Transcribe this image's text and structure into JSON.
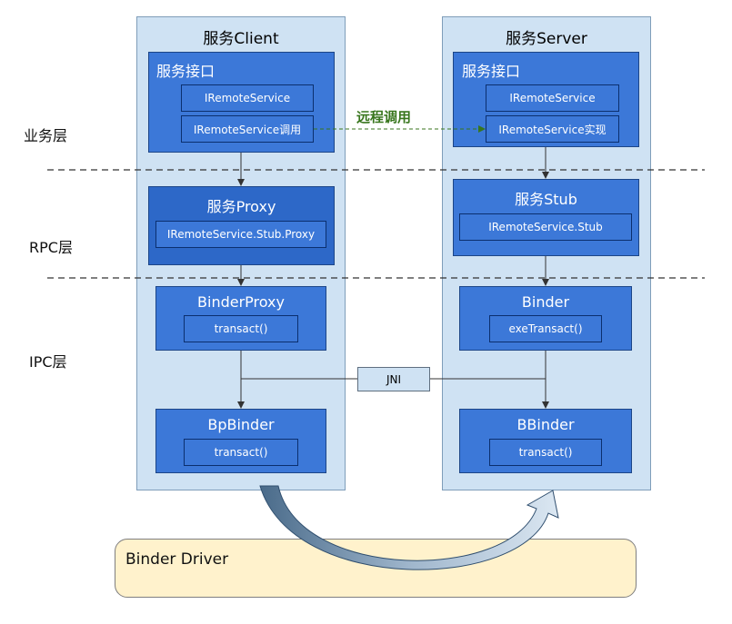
{
  "layers": {
    "business": "业务层",
    "rpc": "RPC层",
    "ipc": "IPC层"
  },
  "client": {
    "title": "服务Client",
    "interface": {
      "title": "服务接口",
      "items": [
        "IRemoteService",
        "IRemoteService调用"
      ]
    },
    "proxy": {
      "title": "服务Proxy",
      "item": "IRemoteService.Stub.Proxy"
    },
    "binder_proxy": {
      "title": "BinderProxy",
      "item": "transact()"
    },
    "bp_binder": {
      "title": "BpBinder",
      "item": "transact()"
    }
  },
  "server": {
    "title": "服务Server",
    "interface": {
      "title": "服务接口",
      "items": [
        "IRemoteService",
        "IRemoteService实现"
      ]
    },
    "stub": {
      "title": "服务Stub",
      "item": "IRemoteService.Stub"
    },
    "binder": {
      "title": "Binder",
      "item": "exeTransact()"
    },
    "b_binder": {
      "title": "BBinder",
      "item": "transact()"
    }
  },
  "remote_call_label": "远程调用",
  "jni_label": "JNI",
  "driver_label": "Binder Driver",
  "colors": {
    "column_bg": "#cfe2f3",
    "box_blue": "#3c78d8",
    "remote_call_green": "#38761d",
    "driver_bg": "#fff2cc"
  }
}
